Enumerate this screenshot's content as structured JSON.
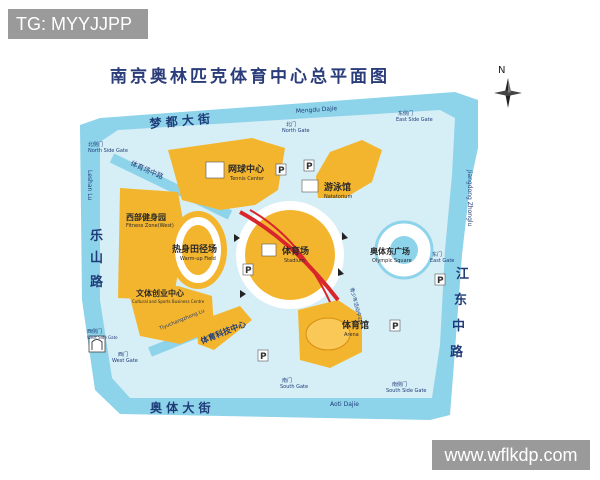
{
  "watermarks": {
    "top_left": "TG: MYYJJPP",
    "bottom_right": "www.wflkdp.com"
  },
  "map": {
    "title": "南京奥林匹克体育中心总平面图",
    "compass": "N",
    "roads": {
      "north_cn": "梦 都 大 街",
      "north_en": "Mengdu Dajie",
      "south_cn": "奥 体 大 街",
      "south_en": "Aoti Dajie",
      "west_cn": "乐 山 路",
      "west_en": "Leshan Lu",
      "east_cn": "江 东 中 路",
      "east_en": "Jiangdong Zhonglu",
      "diag_cn": "体育场中路",
      "diag_en": "Tiyuchangzhong Lu"
    },
    "gates": {
      "north_side": {
        "cn": "北侧门",
        "en": "North Side Gate"
      },
      "north": {
        "cn": "北门",
        "en": "North Gate"
      },
      "east_side": {
        "cn": "东侧门",
        "en": "East Side Gate"
      },
      "east": {
        "cn": "东门",
        "en": "East Gate"
      },
      "west": {
        "cn": "西门",
        "en": "West Gate"
      },
      "west_side": {
        "cn": "西侧门",
        "en": "West Side Gate"
      },
      "south": {
        "cn": "南门",
        "en": "South Gate"
      },
      "south_side": {
        "cn": "南侧门",
        "en": "South Side Gate"
      }
    },
    "venues": {
      "tennis": {
        "cn": "网球中心",
        "en": "Tennis Center"
      },
      "natatorium": {
        "cn": "游泳馆",
        "en": "Natatorium"
      },
      "fitness": {
        "cn": "西部健身园",
        "en": "Fitness Zone(West)"
      },
      "warmup": {
        "cn": "热身田径场",
        "en": "Warm-up Field"
      },
      "stadium": {
        "cn": "体育场",
        "en": "Stadium"
      },
      "square": {
        "cn": "奥体东广场",
        "en": "Olympic Square"
      },
      "culture": {
        "cn": "文体创业中心",
        "en": "Cultural and Sports Business Centre"
      },
      "arena": {
        "cn": "体育馆",
        "en": "Arena"
      },
      "sports_centre": {
        "cn": "体育科技中心"
      },
      "youth": {
        "cn": "青少年活动中心"
      }
    },
    "parking": "P",
    "colors": {
      "water": "#8dd3ea",
      "land": "#d6eef6",
      "venue": "#f4b52e",
      "road_text": "#1f3c78",
      "arch": "#d8262c"
    }
  }
}
